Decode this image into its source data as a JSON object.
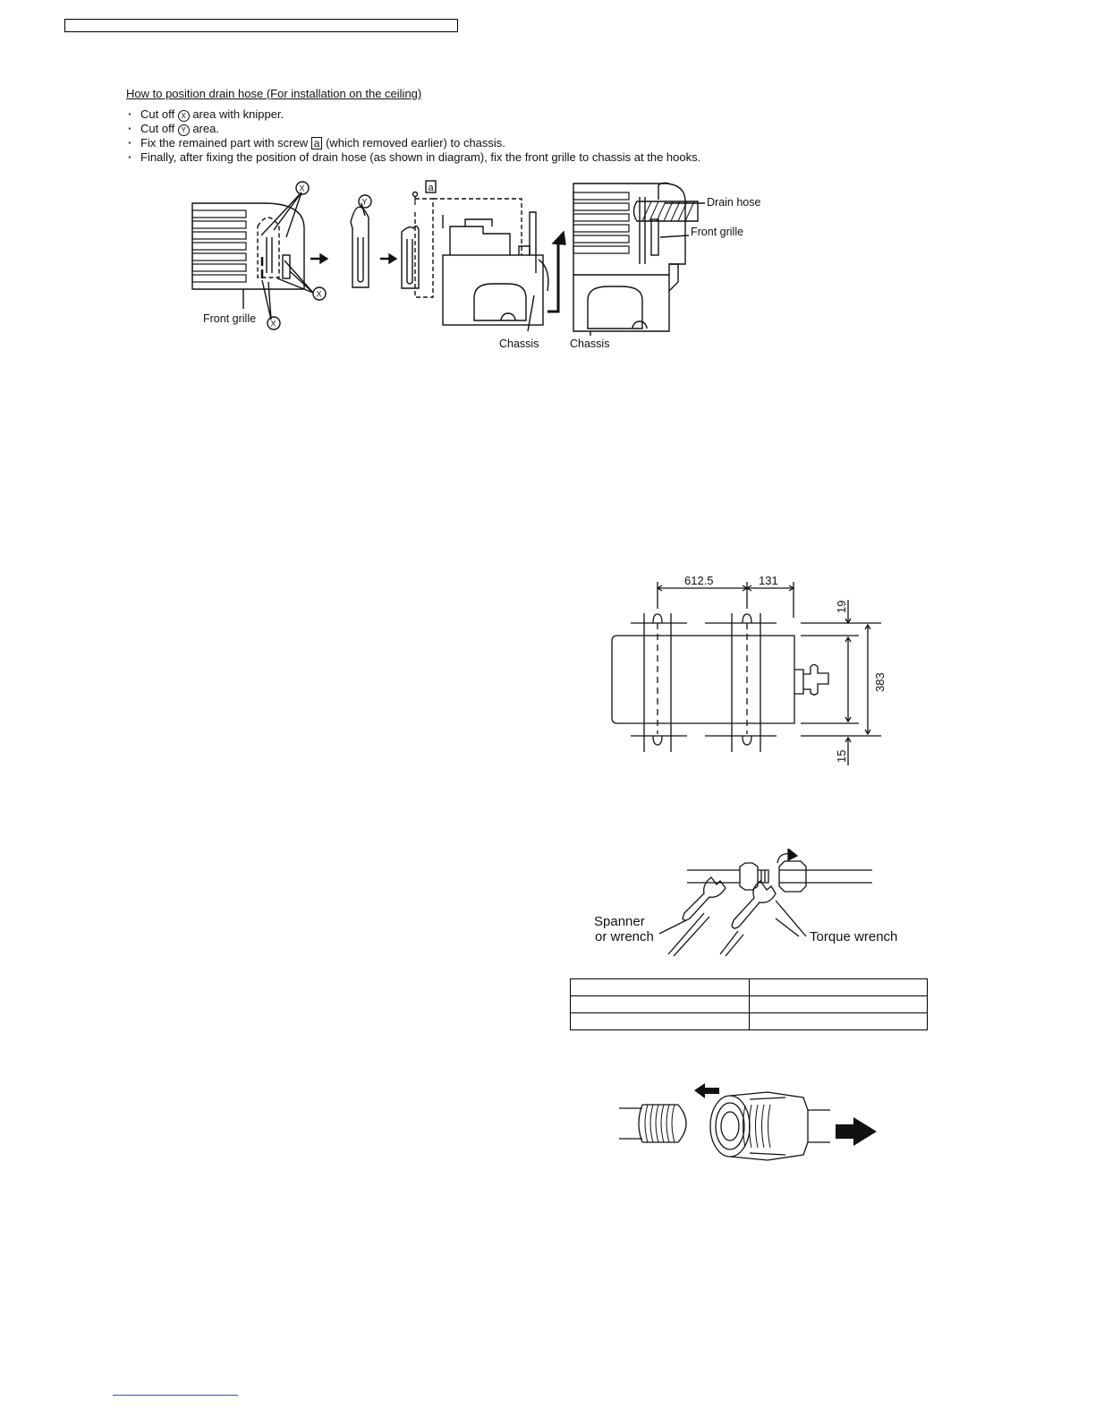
{
  "header": {
    "box_text": ""
  },
  "drain_hose_section": {
    "title": "How to position drain hose (For installation on the ceiling)",
    "steps": [
      {
        "prefix": "Cut off",
        "marker": "X",
        "suffix": "area with knipper."
      },
      {
        "prefix": "Cut off",
        "marker": "Y",
        "suffix": "area."
      },
      {
        "prefix": "Fix the remained part with screw",
        "marker": "a",
        "suffix": "(which removed earlier) to chassis."
      },
      {
        "text": "Finally, after fixing the position of drain hose (as shown in diagram), fix the front grille to chassis at the hooks."
      }
    ],
    "diagram_labels": {
      "front_grille_left": "Front grille",
      "marker_x": "X",
      "marker_y": "Y",
      "screw_tag": "a",
      "chassis_1": "Chassis",
      "chassis_2": "Chassis",
      "drain_hose": "Drain hose",
      "front_grille_right": "Front grille"
    }
  },
  "mounting_diagram": {
    "dim_top_left": "612.5",
    "dim_top_right": "131",
    "dim_right_top": "19",
    "dim_right_middle": "383",
    "dim_right_bottom": "15"
  },
  "wrench_diagram": {
    "spanner_label_line1": "Spanner",
    "spanner_label_line2": "or wrench",
    "torque_label": "Torque wrench"
  },
  "torque_table": {
    "rows": [
      [
        "",
        ""
      ],
      [
        "",
        ""
      ],
      [
        "",
        ""
      ]
    ]
  }
}
